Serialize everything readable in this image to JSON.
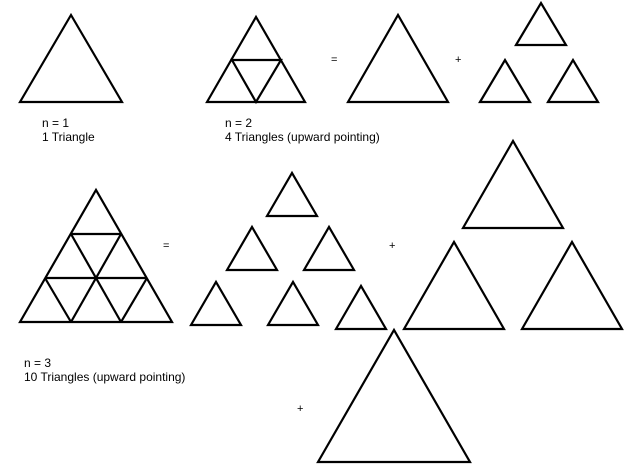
{
  "captions": {
    "n1": {
      "n": "n = 1",
      "count": "1 Triangle"
    },
    "n2": {
      "n": "n = 2",
      "count": "4 Triangles (upward pointing)"
    },
    "n3": {
      "n": "n = 3",
      "count": "10 Triangles (upward pointing)"
    }
  },
  "symbols": {
    "equals": "=",
    "plus": "+"
  },
  "colors": {
    "stroke": "#000000",
    "background": "#ffffff"
  }
}
